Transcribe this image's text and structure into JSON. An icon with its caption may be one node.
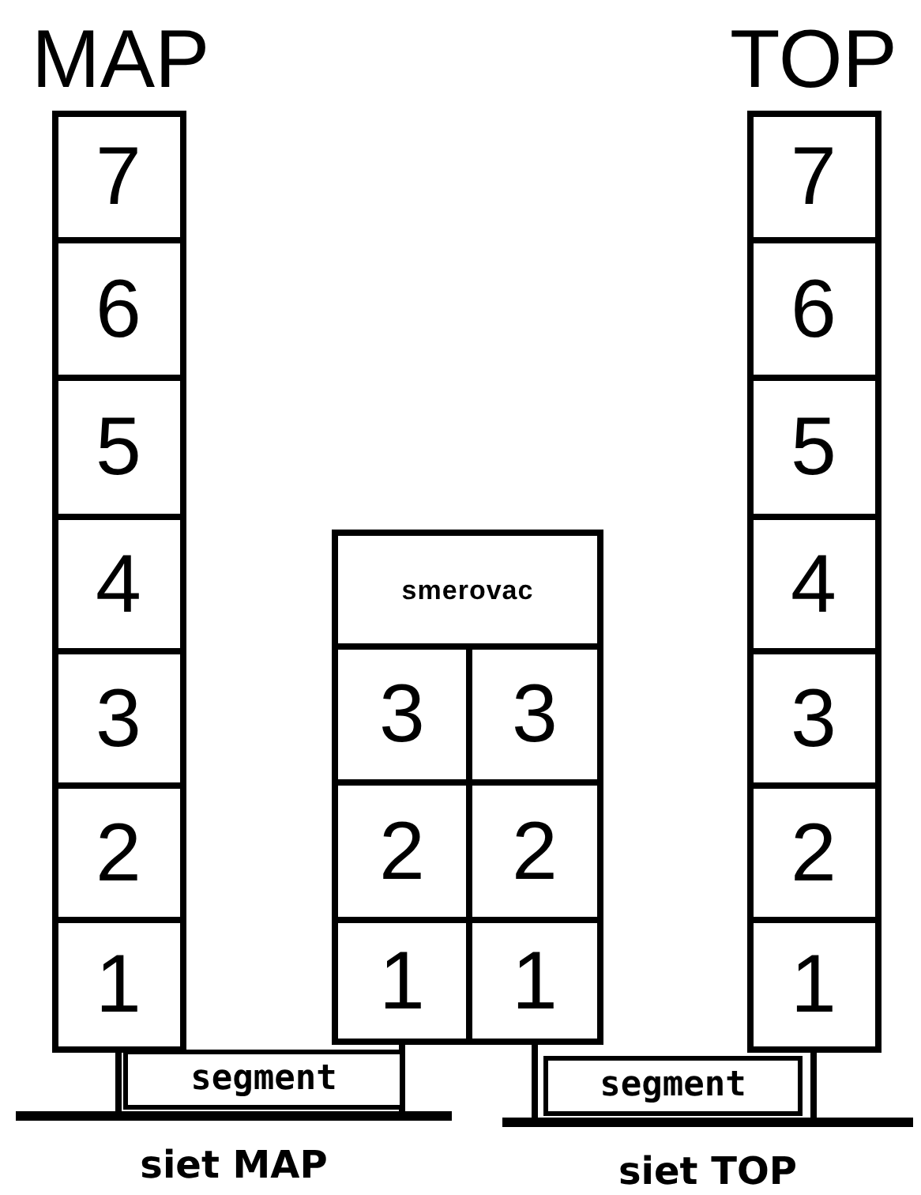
{
  "diagram": {
    "nodes": [
      {
        "text": [
          "MAP"
        ]
      },
      {
        "text": [
          "7"
        ],
        "in": 0
      },
      {
        "text": [
          "6"
        ],
        "in": 0
      },
      {
        "text": [
          "5"
        ],
        "in": 0
      },
      {
        "text": [
          "4"
        ],
        "in": 0
      },
      {
        "text": [
          "3"
        ],
        "in": 0
      },
      {
        "text": [
          "2"
        ],
        "in": 0
      },
      {
        "text": [
          "1"
        ],
        "in": 0
      },
      {
        "text": [
          "smerovac"
        ]
      },
      {
        "text": [
          "3"
        ]
      },
      {
        "text": [
          "3"
        ]
      },
      {
        "text": [
          "2"
        ]
      },
      {
        "text": [
          "2"
        ]
      },
      {
        "text": [
          "1"
        ]
      },
      {
        "text": [
          "1"
        ]
      },
      {
        "text": [
          "TOP"
        ]
      },
      {
        "text": [
          "7"
        ],
        "in": 15
      },
      {
        "text": [
          "6"
        ],
        "in": 15
      },
      {
        "text": [
          "5"
        ],
        "in": 15
      },
      {
        "text": [
          "4"
        ],
        "in": 15
      },
      {
        "text": [
          "3"
        ],
        "in": 15
      },
      {
        "text": [
          "2"
        ],
        "in": 15
      },
      {
        "text": [
          "1"
        ],
        "in": 15
      },
      {
        "text": [
          "segment"
        ]
      },
      {
        "text": [
          "segment"
        ]
      },
      {
        "text": [
          "siet MAP"
        ]
      },
      {
        "text": [
          "siet TOP"
        ]
      }
    ],
    "edges": [
      {
        "from": 7,
        "to": 25,
        "arrow": "none"
      },
      {
        "from": 13,
        "to": 25,
        "arrow": "none"
      },
      {
        "from": 14,
        "to": 26,
        "arrow": "none"
      },
      {
        "from": 22,
        "to": 26,
        "arrow": "none"
      }
    ]
  }
}
